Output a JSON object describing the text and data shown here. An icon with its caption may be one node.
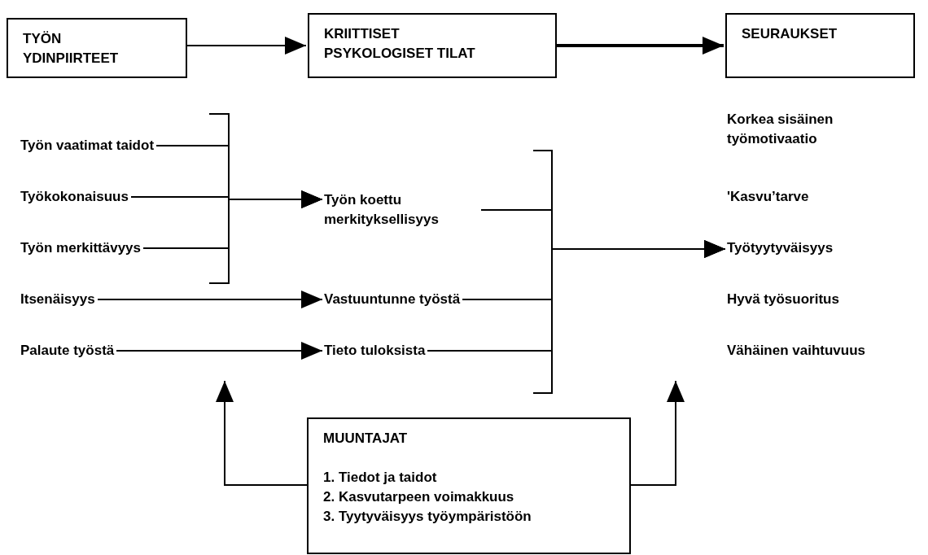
{
  "diagram": {
    "nodes": [
      {
        "text": [
          "TYÖN YDINPIIRTEET"
        ]
      },
      {
        "text": [
          "KRIITTISET PSYKOLOGISET TILAT"
        ]
      },
      {
        "text": [
          "SEURAUKSET"
        ]
      },
      {
        "text": [
          "Työn vaatimat taidot"
        ]
      },
      {
        "text": [
          "Työkokonaisuus"
        ]
      },
      {
        "text": [
          "Työn merkittävyys"
        ]
      },
      {
        "text": [
          "Itsenäisyys"
        ]
      },
      {
        "text": [
          "Palaute työstä"
        ]
      },
      {
        "text": [
          "Työn koettu merkityksellisyys"
        ]
      },
      {
        "text": [
          "Vastuuntunne työstä"
        ]
      },
      {
        "text": [
          "Tieto tuloksista"
        ]
      },
      {
        "text": [
          "Korkea sisäinen työmotivaatio"
        ]
      },
      {
        "text": [
          "'Kasvu’tarve"
        ]
      },
      {
        "text": [
          "Työtyytyväisyys"
        ]
      },
      {
        "text": [
          "Hyvä työsuoritus"
        ]
      },
      {
        "text": [
          "Vähäinen vaihtuvuus"
        ]
      },
      {
        "text": [
          "MUUNTAJAT",
          "1. Tiedot ja taidot",
          "2. Kasvutarpeen voimakkuus",
          "3. Tyytyväisyys työympäristöön"
        ]
      }
    ],
    "edges": [
      {
        "from": 0,
        "to": 1,
        "arrow": "to"
      },
      {
        "from": 1,
        "to": 2,
        "arrow": "to",
        "style": "thick"
      },
      {
        "from": 3,
        "to": 8,
        "arrow": "to"
      },
      {
        "from": 4,
        "to": 8,
        "arrow": "to"
      },
      {
        "from": 5,
        "to": 8,
        "arrow": "to"
      },
      {
        "from": 6,
        "to": 9,
        "arrow": "to"
      },
      {
        "from": 7,
        "to": 10,
        "arrow": "to"
      },
      {
        "from": 8,
        "to": 13,
        "arrow": "to"
      },
      {
        "from": 9,
        "to": 13,
        "arrow": "to"
      },
      {
        "from": 10,
        "to": 13,
        "arrow": "to"
      },
      {
        "from": 16,
        "to": null,
        "arrow": "to"
      },
      {
        "from": 16,
        "to": null,
        "arrow": "to"
      }
    ]
  }
}
